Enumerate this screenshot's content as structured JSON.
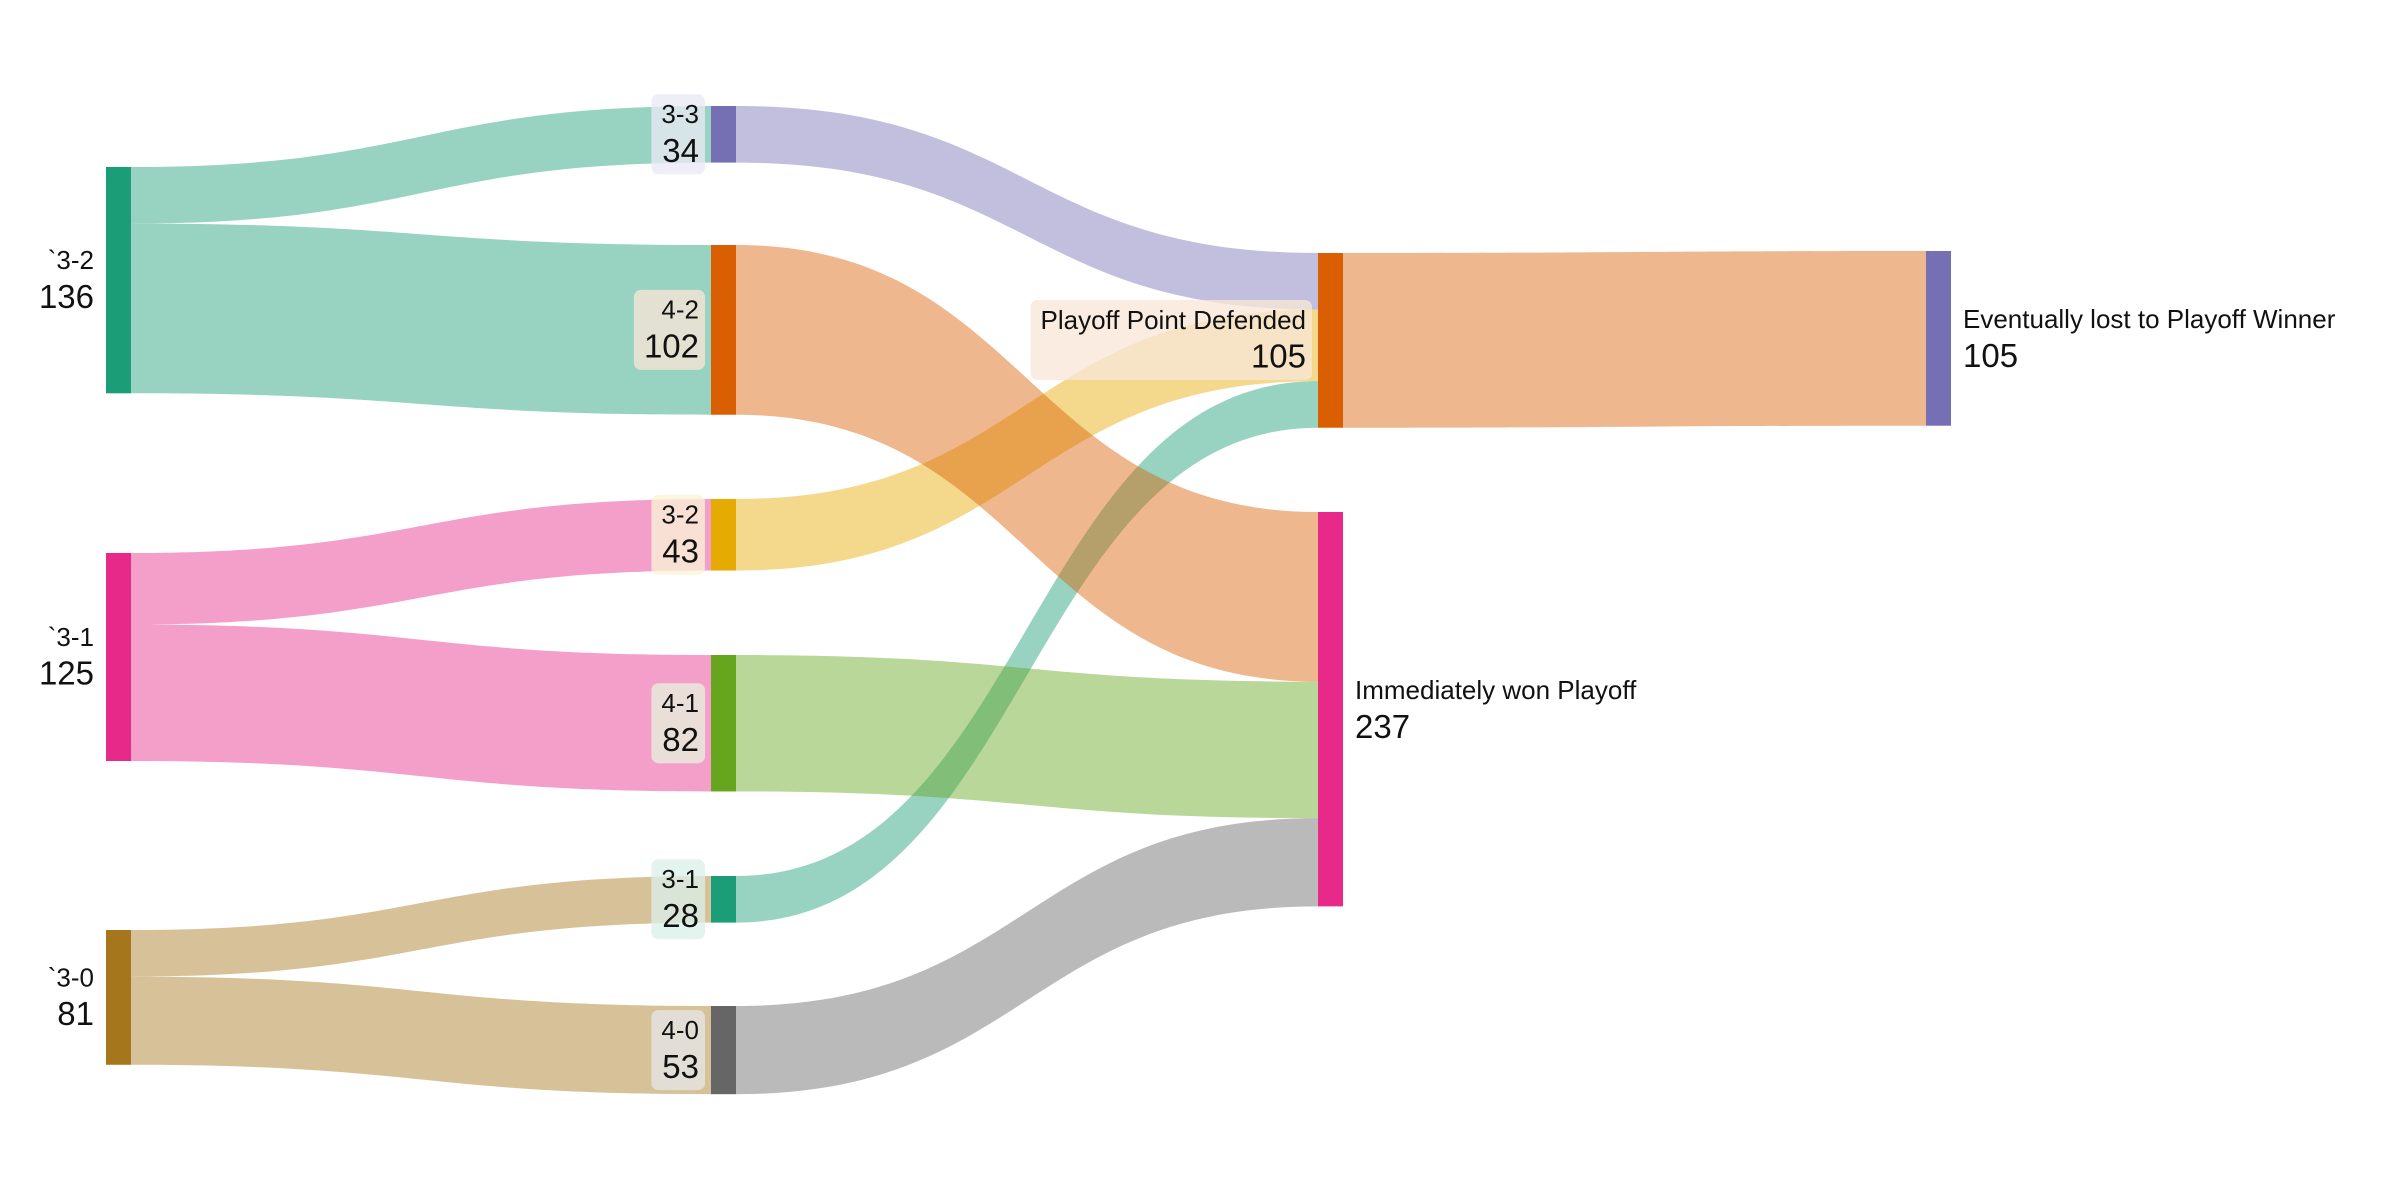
{
  "colors": {
    "s32": "#1b9e77",
    "s31": "#e7298a",
    "s30": "#a6761d",
    "s33": "#7570b3",
    "s42": "#d95f02",
    "s32b": "#e6ab02",
    "s41": "#66a61e",
    "s31b": "#1b9e77",
    "s40": "#666666",
    "defended": "#d95f02",
    "won": "#e7298a",
    "lost": "#7570b3"
  },
  "nodes": [
    {
      "id": "s32",
      "title": "`3-2",
      "value": "136"
    },
    {
      "id": "s31",
      "title": "`3-1",
      "value": "125"
    },
    {
      "id": "s30",
      "title": "`3-0",
      "value": "81"
    },
    {
      "id": "s33",
      "title": "3-3",
      "value": "34"
    },
    {
      "id": "s42",
      "title": "4-2",
      "value": "102"
    },
    {
      "id": "s32b",
      "title": "3-2",
      "value": "43"
    },
    {
      "id": "s41",
      "title": "4-1",
      "value": "82"
    },
    {
      "id": "s31b",
      "title": "3-1",
      "value": "28"
    },
    {
      "id": "s40",
      "title": "4-0",
      "value": "53"
    },
    {
      "id": "defended",
      "title": "Playoff Point Defended",
      "value": "105"
    },
    {
      "id": "won",
      "title": "Immediately won Playoff",
      "value": "237"
    },
    {
      "id": "lost",
      "title": "Eventually lost to Playoff Winner",
      "value": "105"
    }
  ],
  "links": [
    {
      "source": "s32",
      "target": "s33",
      "value": 34
    },
    {
      "source": "s32",
      "target": "s42",
      "value": 102
    },
    {
      "source": "s31",
      "target": "s32b",
      "value": 43
    },
    {
      "source": "s31",
      "target": "s41",
      "value": 82
    },
    {
      "source": "s30",
      "target": "s31b",
      "value": 28
    },
    {
      "source": "s30",
      "target": "s40",
      "value": 53
    },
    {
      "source": "s33",
      "target": "defended",
      "value": 34
    },
    {
      "source": "s32b",
      "target": "defended",
      "value": 43
    },
    {
      "source": "s31b",
      "target": "defended",
      "value": 28
    },
    {
      "source": "s42",
      "target": "won",
      "value": 102
    },
    {
      "source": "s41",
      "target": "won",
      "value": 82
    },
    {
      "source": "s40",
      "target": "won",
      "value": 53
    },
    {
      "source": "defended",
      "target": "lost",
      "value": 105
    }
  ]
}
